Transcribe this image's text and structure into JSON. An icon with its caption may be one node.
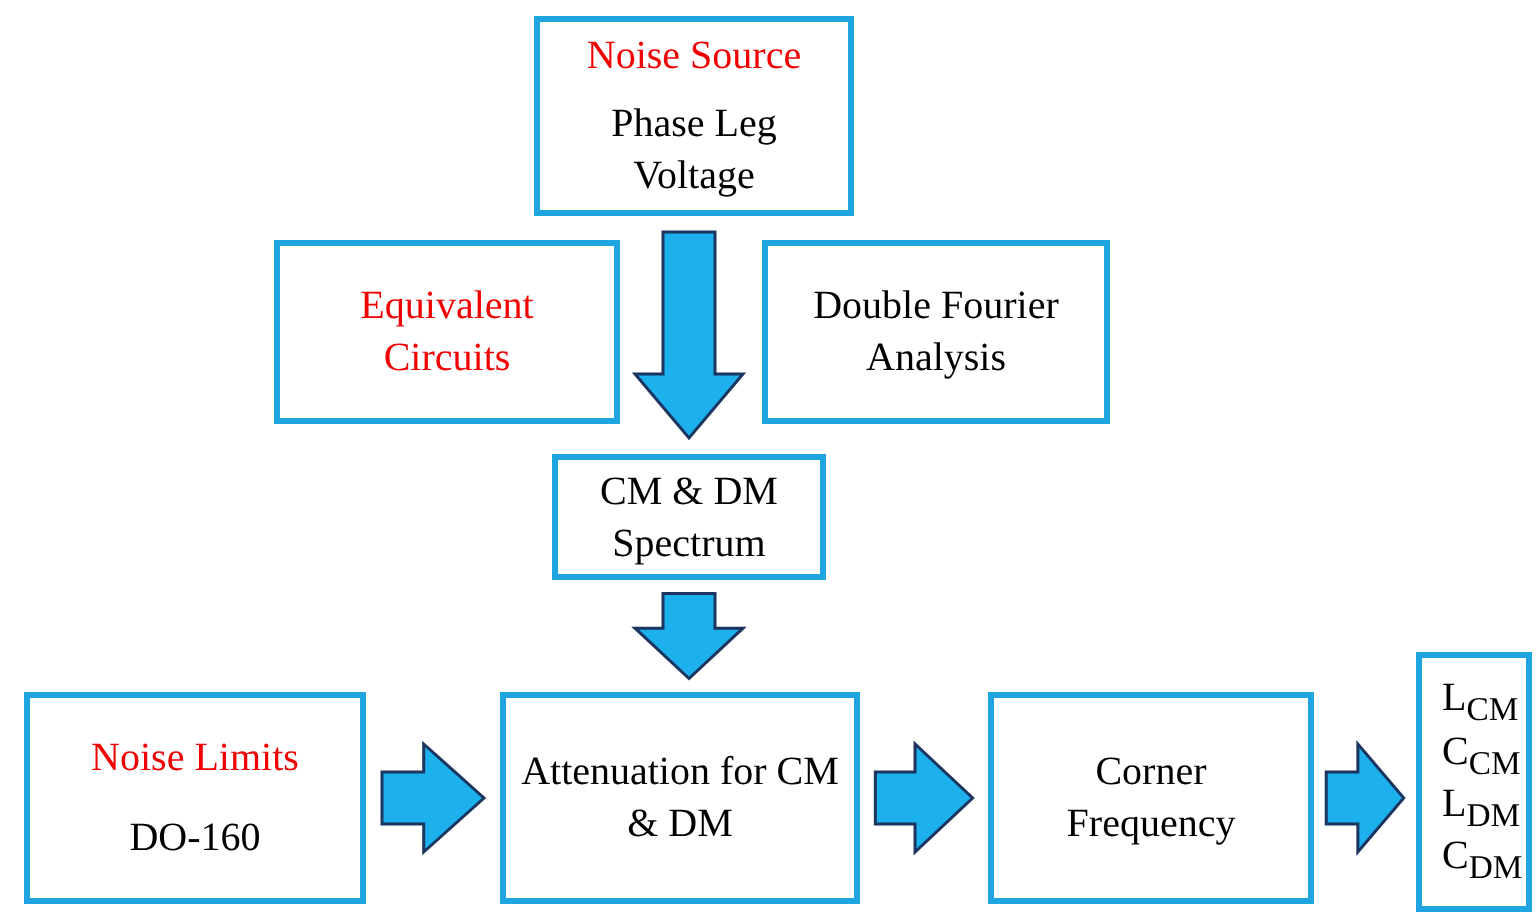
{
  "diagram": {
    "nodes": [
      {
        "text": [
          "Noise Source",
          "Phase Leg Voltage"
        ]
      },
      {
        "text": [
          "Equivalent Circuits"
        ]
      },
      {
        "text": [
          "Double Fourier Analysis"
        ]
      },
      {
        "text": [
          "CM & DM Spectrum"
        ]
      },
      {
        "text": [
          "Noise Limits",
          "DO-160"
        ]
      },
      {
        "text": [
          "Attenuation for CM & DM"
        ]
      },
      {
        "text": [
          "Corner Frequency"
        ]
      },
      {
        "text": [
          "L$_{CM}$",
          "C$_{CM}$",
          "L$_{DM}$",
          "C$_{DM}$"
        ]
      }
    ],
    "edges": [
      {
        "from": 0,
        "to": 3,
        "arrow": "to"
      },
      {
        "from": 3,
        "to": 5,
        "arrow": "to"
      },
      {
        "from": 4,
        "to": 5,
        "arrow": "to"
      },
      {
        "from": 5,
        "to": 6,
        "arrow": "to"
      },
      {
        "from": 6,
        "to": 7,
        "arrow": "to"
      }
    ]
  }
}
